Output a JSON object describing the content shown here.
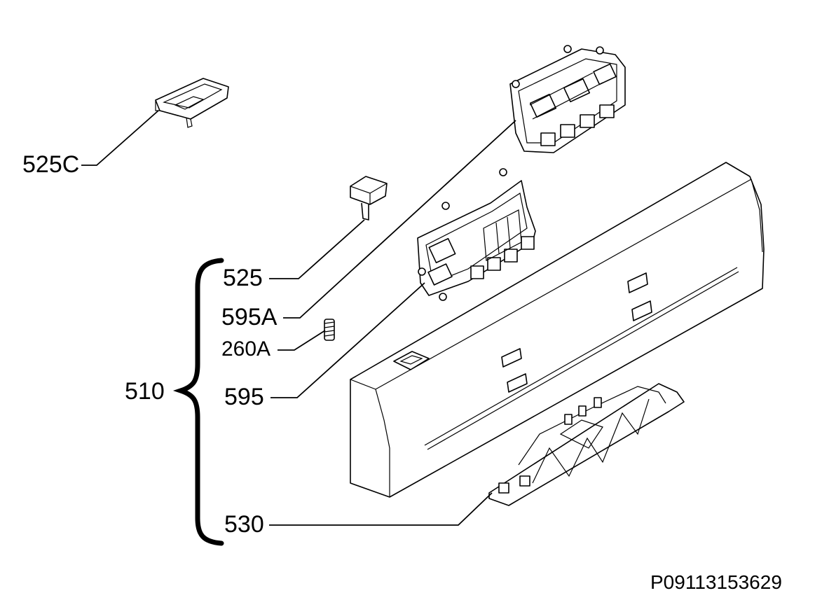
{
  "diagram": {
    "drawing_code": "P09113153629",
    "callouts": [
      {
        "id": "525C",
        "label": "525C"
      },
      {
        "id": "525",
        "label": "525"
      },
      {
        "id": "595A",
        "label": "595A"
      },
      {
        "id": "260A",
        "label": "260A"
      },
      {
        "id": "510",
        "label": "510"
      },
      {
        "id": "595",
        "label": "595"
      },
      {
        "id": "530",
        "label": "530"
      }
    ]
  }
}
